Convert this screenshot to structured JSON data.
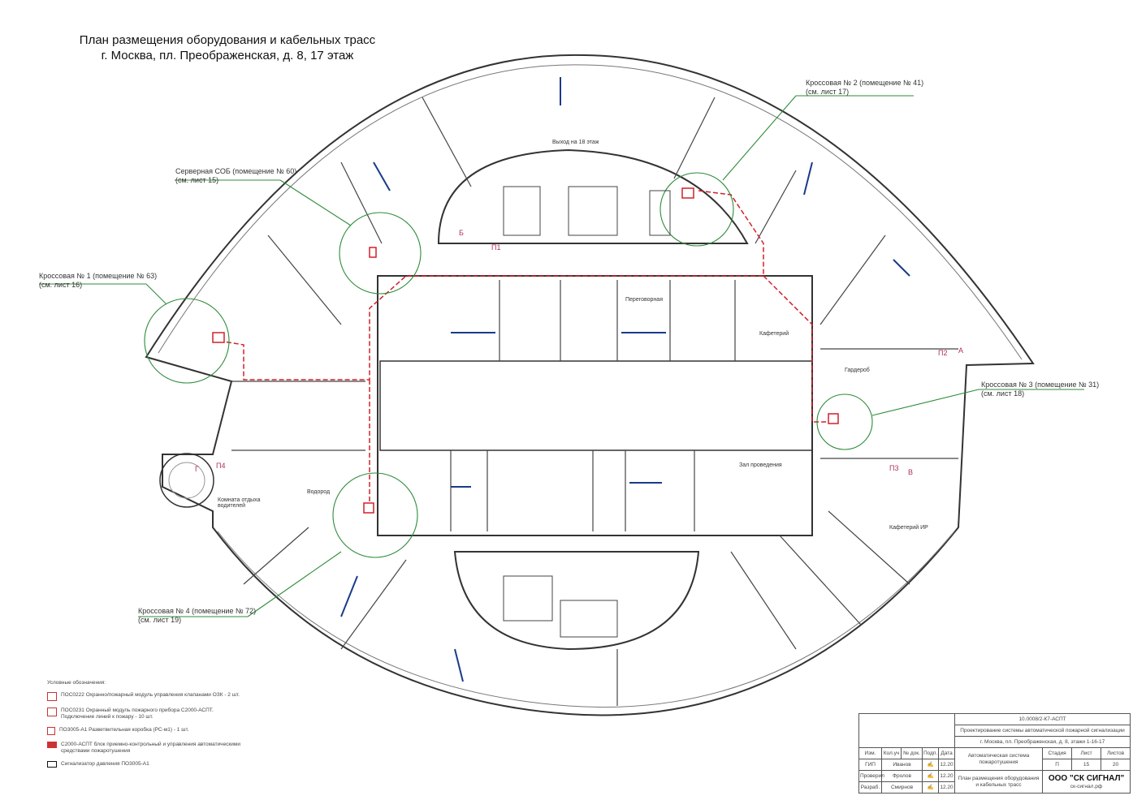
{
  "title": {
    "line1": "План размещения оборудования и кабельных трасс",
    "line2": "г. Москва, пл. Преображенская, д. 8, 17 этаж"
  },
  "callouts": [
    {
      "name": "Кроссовая № 2 (помещение № 41)",
      "ref": "(см. лист 17)"
    },
    {
      "name": "Серверная СОБ (помещение № 60)",
      "ref": "(см. лист 15)"
    },
    {
      "name": "Кроссовая № 1 (помещение № 63)",
      "ref": "(см. лист 16)"
    },
    {
      "name": "Кроссовая № 3 (помещение № 31)",
      "ref": "(см. лист 18)"
    },
    {
      "name": "Кроссовая № 4 (помещение № 72)",
      "ref": "(см. лист 19)"
    }
  ],
  "rooms": {
    "exit": "Выход на 18 этаж",
    "meeting": "Переговорная",
    "cafeteria": "Кафетерий",
    "wardrobe": "Гардероб",
    "hall": "Зал проведения",
    "cafeteria_ir": "Кафетерий ИР",
    "drivers": "Комната отдыха водителей",
    "storage": "Водород"
  },
  "tags": {
    "p1": "П1",
    "p2": "П2",
    "p3": "П3",
    "p4": "П4",
    "a": "А",
    "b": "Б",
    "v": "В",
    "g": "Г"
  },
  "legend": {
    "header": "Условные обозначения:",
    "items": [
      "ПОС0222 Охранно/пожарный модуль управления клапанами ОЗК - 2 шт.",
      "ПОС0231 Охранный модуль пожарного прибора С2000-АСПТ. Подключение линий к пожару - 10 шт.",
      "ПО3005-А1 Разветвительная коробка (РС-м1) - 1 шт.",
      "С2000-АСПТ блок приемно-контрольный и управления автоматическими средствами пожаротушения",
      "Сигнализатор давления ПО3005-А1"
    ]
  },
  "title_block": {
    "code": "10.0008/2-К7-АСПТ",
    "project": "Проектирование системы автоматической пожарной сигнализации",
    "address": "г. Москва, пл. Преображенская, д. 8, этажи 1-16-17",
    "headers": [
      "Изм.",
      "Кол.уч",
      "№ док.",
      "Подп.",
      "Дата"
    ],
    "people": [
      {
        "role": "ГИП",
        "name": "Иванов",
        "date": "12.20"
      },
      {
        "role": "Проверил",
        "name": "Фролов",
        "date": "12.20"
      },
      {
        "role": "Разраб.",
        "name": "Смирнов",
        "date": "12.20"
      }
    ],
    "system": "Автоматическая система пожаротушения",
    "sheet_title": "План размещения оборудования и кабельных трасс",
    "stage_label": "Стадия",
    "sheet_label": "Лист",
    "sheets_label": "Листов",
    "stage": "П",
    "sheet": "15",
    "sheets": "20",
    "company": "ООО \"СК СИГНАЛ\"",
    "site": "ск-сигнал.рф"
  },
  "colors": {
    "walls": "#333333",
    "cable": "#d0202a",
    "callout": "#2e8b3a",
    "doors": "#1a3a8a"
  }
}
